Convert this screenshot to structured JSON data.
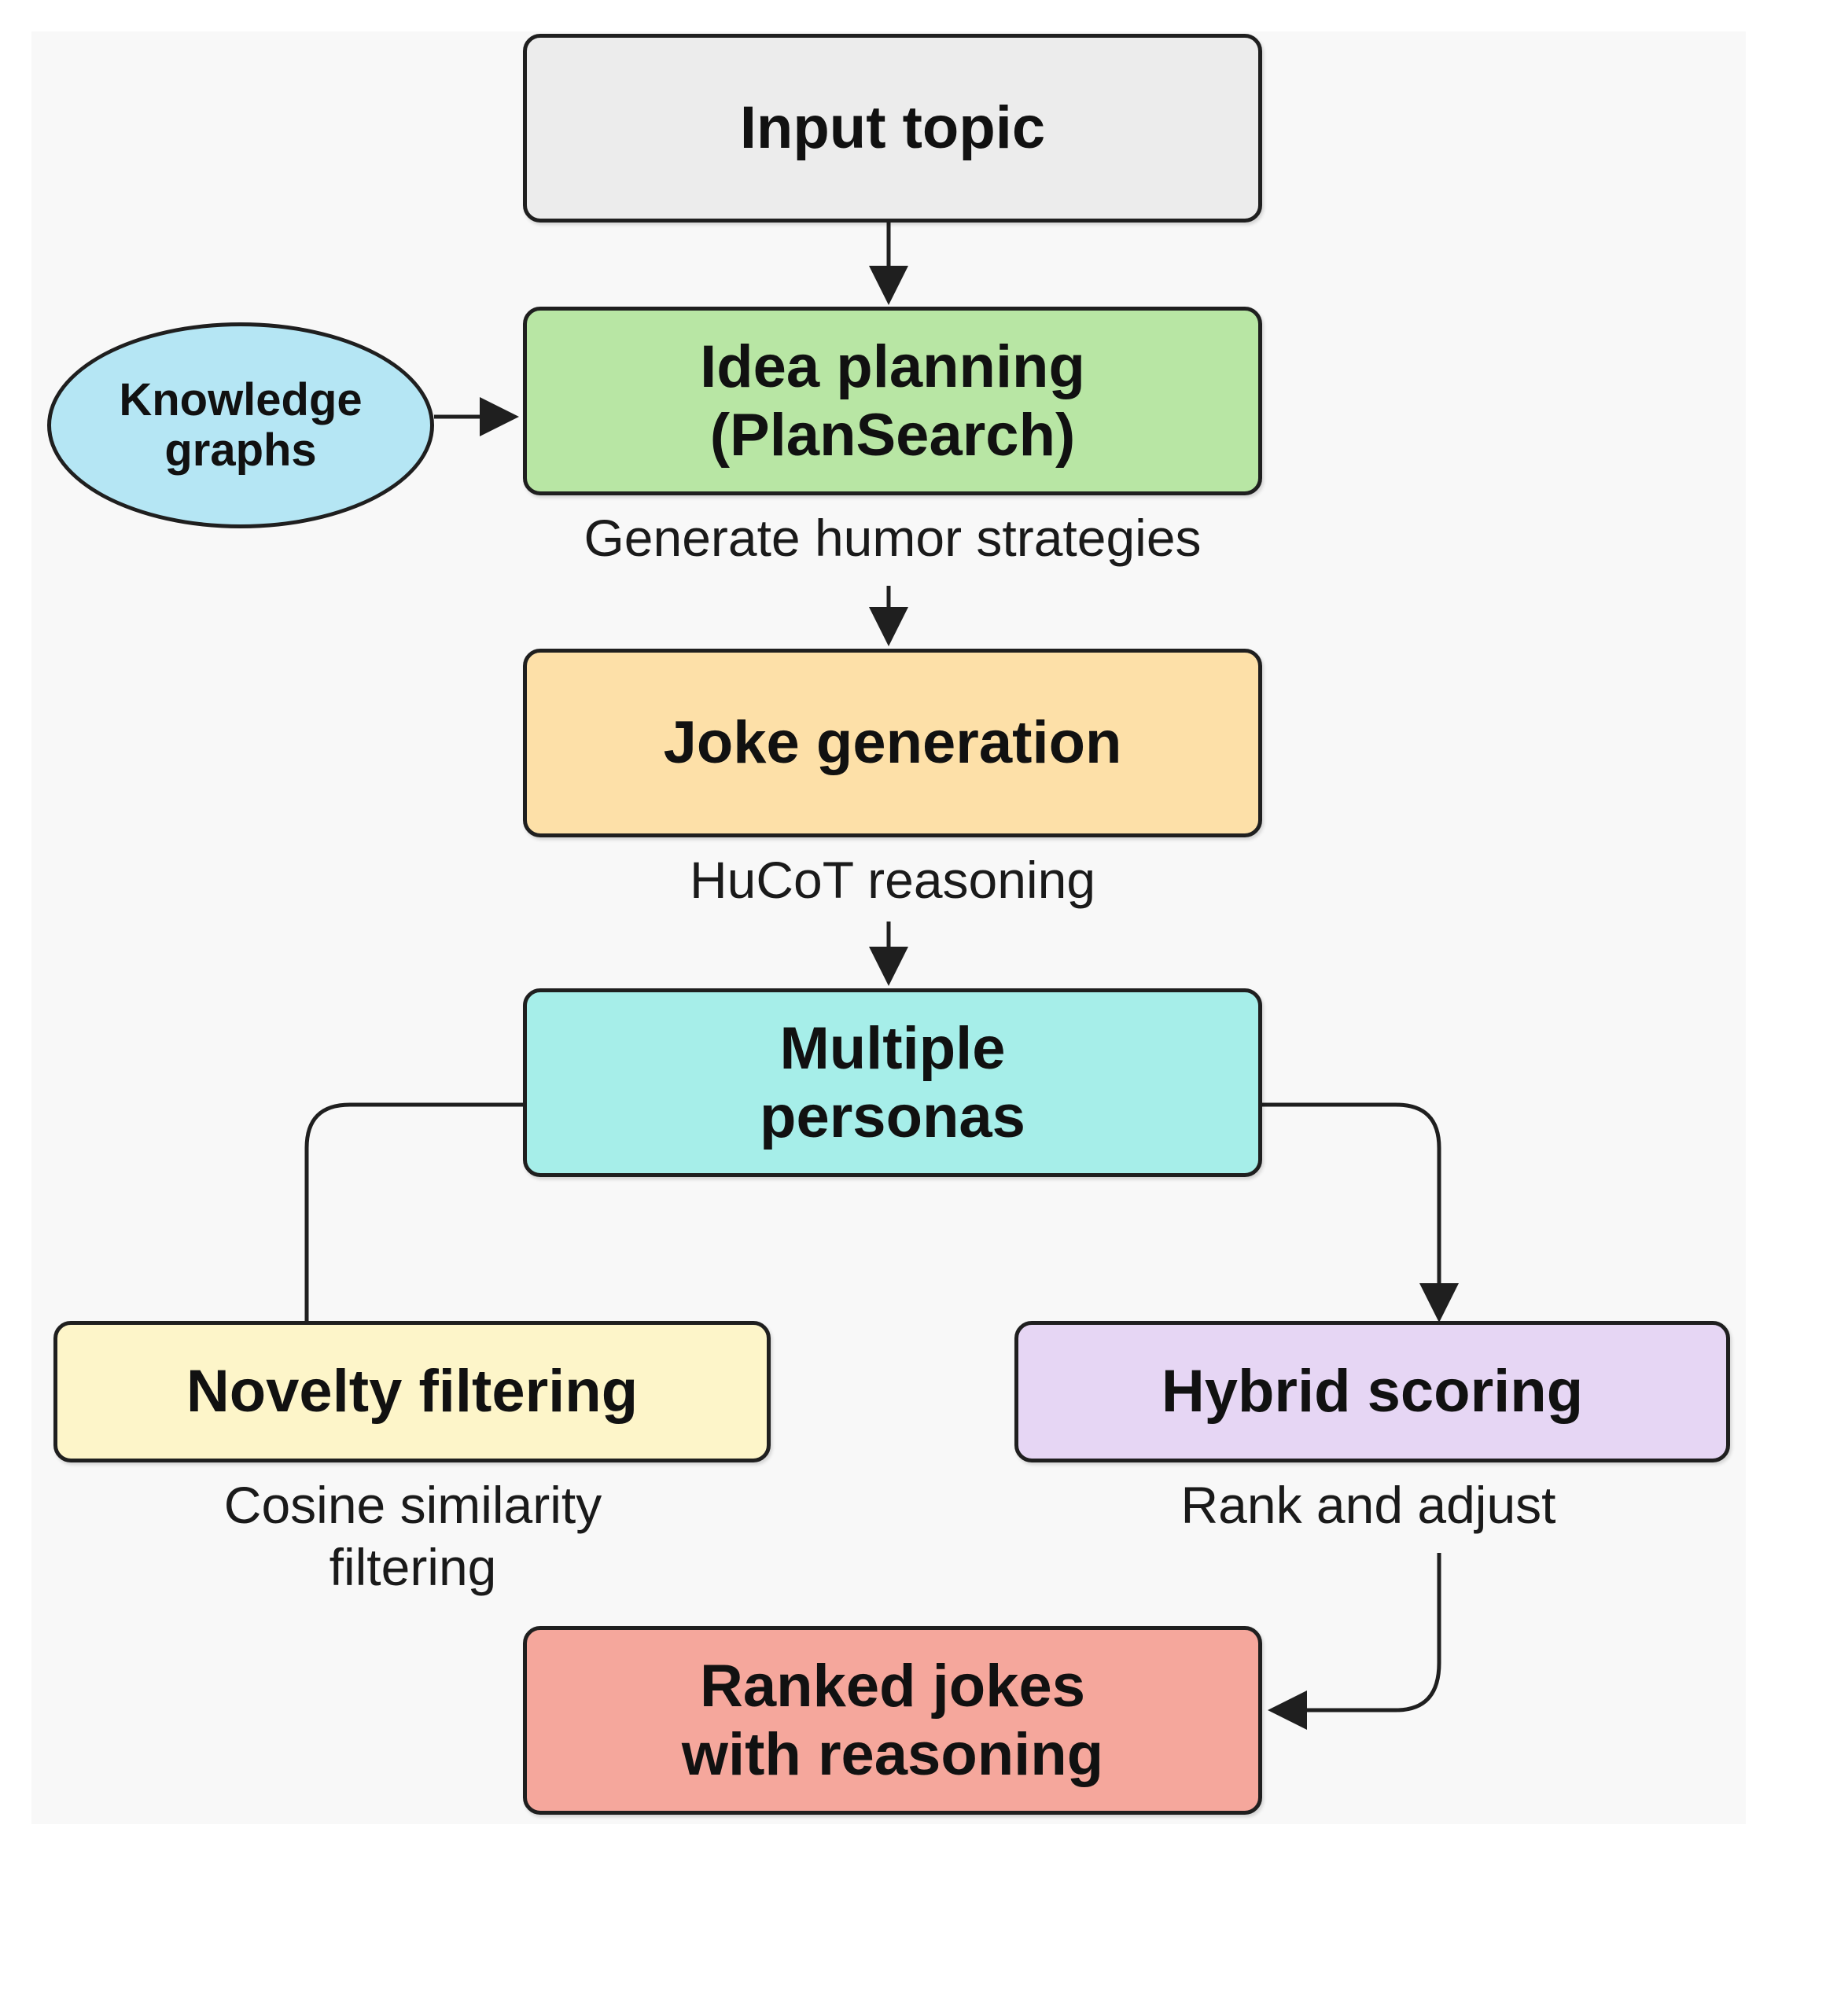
{
  "nodes": {
    "input_topic": "Input topic",
    "idea_planning": "Idea planning\n(PlanSearch)",
    "knowledge_graphs": "Knowledge\ngraphs",
    "joke_generation": "Joke generation",
    "multiple_personas": "Multiple\npersonas",
    "novelty_filtering": "Novelty filtering",
    "hybrid_scoring": "Hybrid scoring",
    "ranked_jokes": "Ranked jokes\nwith reasoning"
  },
  "captions": {
    "generate_strategies": "Generate humor strategies",
    "hucot": "HuCoT reasoning",
    "cosine": "Cosine similarity\nfiltering",
    "rank_adjust": "Rank and adjust"
  },
  "colors": {
    "input_topic": "#ececec",
    "idea_planning": "#b8e6a4",
    "knowledge_graphs": "#b5e6f4",
    "joke_generation": "#fde0a8",
    "multiple_personas": "#a6eee9",
    "novelty_filtering": "#fdf5c9",
    "hybrid_scoring": "#e6d6f4",
    "ranked_jokes": "#f5a79c"
  }
}
